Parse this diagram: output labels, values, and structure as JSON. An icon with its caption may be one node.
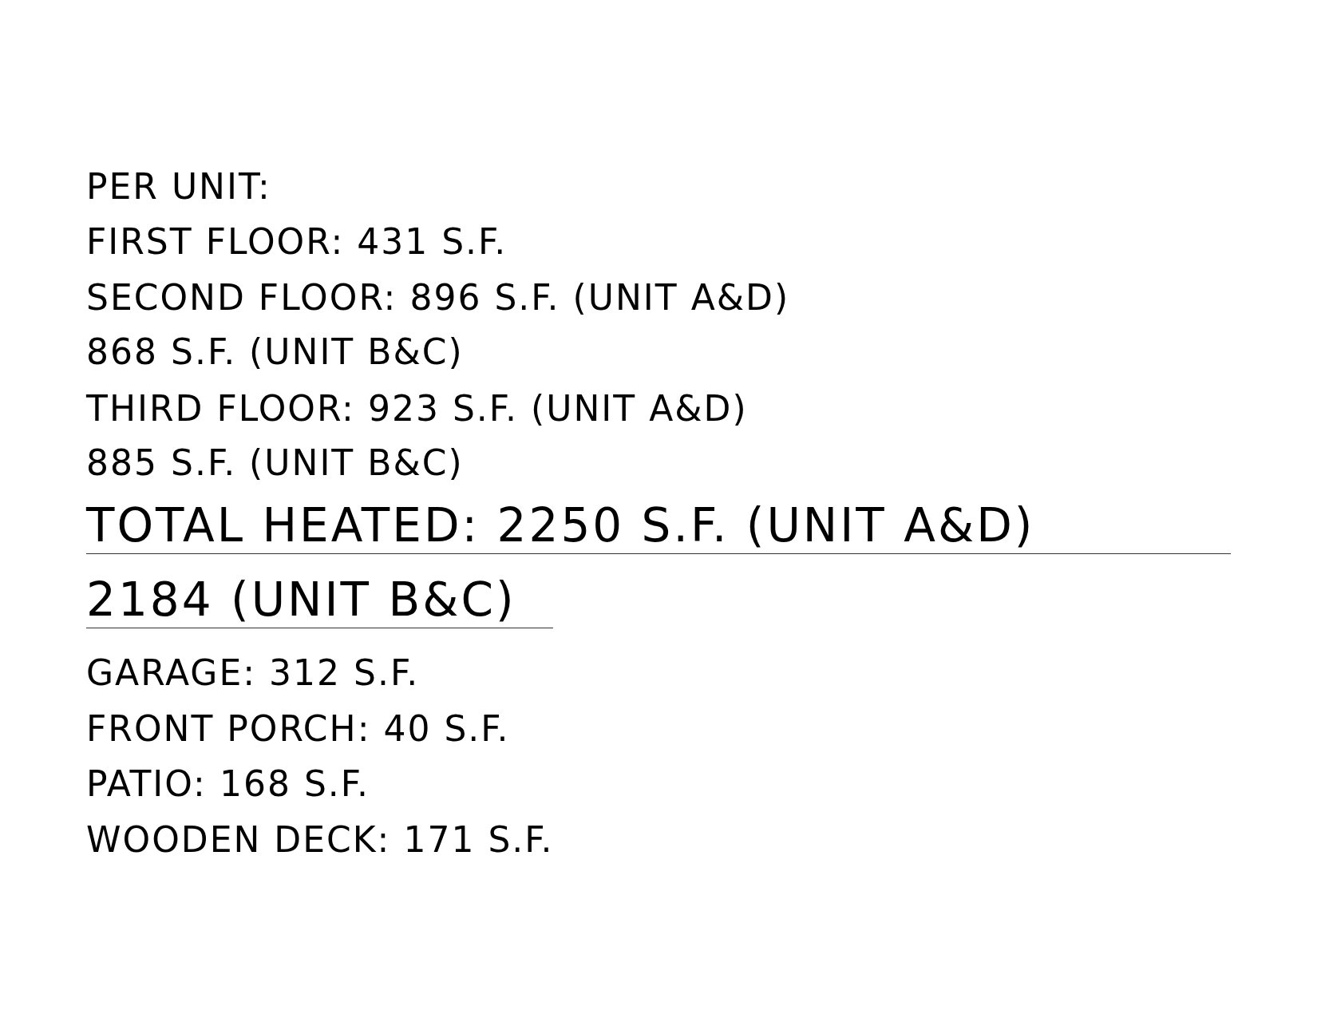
{
  "diagram": {
    "labels": [
      "PER UNIT:",
      "FIRST FLOOR: 431 S.F.",
      "SECOND FLOOR: 896 S.F. (UNIT A&D)",
      "868 S.F. (UNIT B&C)",
      "THIRD FLOOR: 923 S.F. (UNIT A&D)",
      "885 S.F. (UNIT B&C)",
      "TOTAL HEATED: 2250 S.F. (UNIT A&D)",
      "2184 (UNIT B&C)",
      "GARAGE: 312 S.F.",
      "FRONT PORCH: 40 S.F.",
      "PATIO: 168 S.F.",
      "WOODEN DECK: 171 S.F."
    ]
  }
}
